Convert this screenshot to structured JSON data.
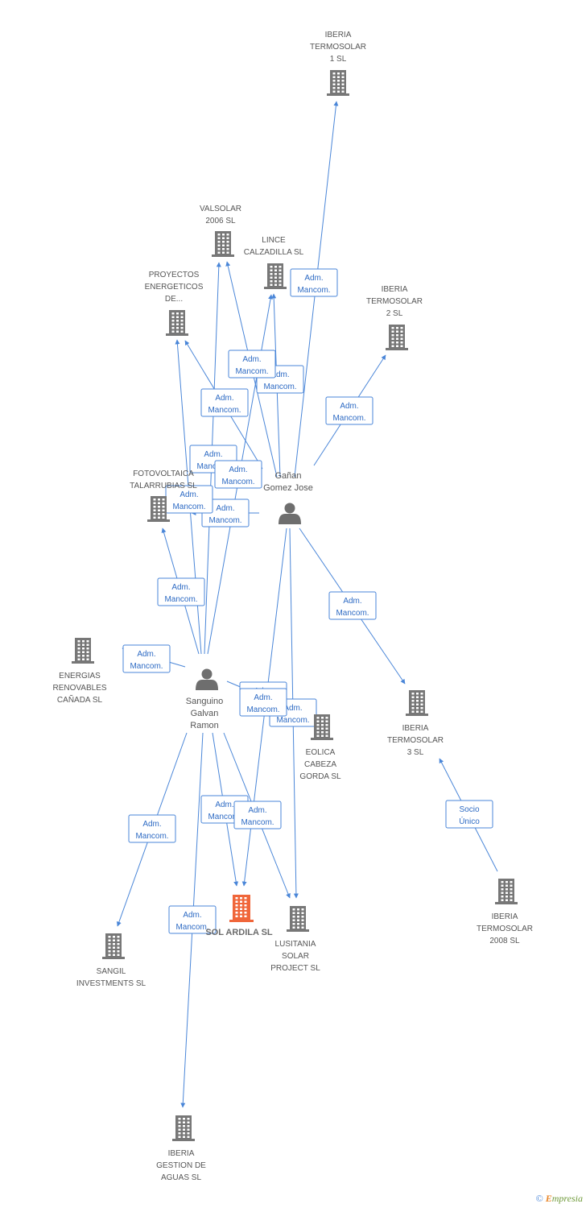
{
  "nodes": {
    "iberia1": {
      "kind": "company",
      "lines": [
        "IBERIA",
        "TERMOSOLAR",
        "1 SL"
      ]
    },
    "valsolar": {
      "kind": "company",
      "lines": [
        "VALSOLAR",
        "2006 SL"
      ]
    },
    "lince": {
      "kind": "company",
      "lines": [
        "LINCE",
        "CALZADILLA SL"
      ]
    },
    "proyectos": {
      "kind": "company",
      "lines": [
        "PROYECTOS",
        "ENERGETICOS",
        "DE..."
      ]
    },
    "iberia2": {
      "kind": "company",
      "lines": [
        "IBERIA",
        "TERMOSOLAR",
        "2 SL"
      ]
    },
    "fotovoltaica": {
      "kind": "company",
      "lines": [
        "FOTOVOLTAICA",
        "TALARRUBIAS SL"
      ]
    },
    "ganan": {
      "kind": "person",
      "lines": [
        "Gañan",
        "Gomez Jose"
      ]
    },
    "energias": {
      "kind": "company",
      "lines": [
        "ENERGIAS",
        "RENOVABLES",
        "CAÑADA SL"
      ]
    },
    "sanguino": {
      "kind": "person",
      "lines": [
        "Sanguino",
        "Galvan",
        "Ramon"
      ]
    },
    "eolica": {
      "kind": "company",
      "lines": [
        "EOLICA",
        "CABEZA",
        "GORDA SL"
      ]
    },
    "iberia3": {
      "kind": "company",
      "lines": [
        "IBERIA",
        "TERMOSOLAR",
        "3 SL"
      ]
    },
    "solardila": {
      "kind": "main",
      "lines": [
        "SOL ARDILA SL"
      ]
    },
    "lusitania": {
      "kind": "company",
      "lines": [
        "LUSITANIA",
        "SOLAR",
        "PROJECT SL"
      ]
    },
    "iberia2008": {
      "kind": "company",
      "lines": [
        "IBERIA",
        "TERMOSOLAR",
        "2008 SL"
      ]
    },
    "sangil": {
      "kind": "company",
      "lines": [
        "SANGIL",
        "INVESTMENTS SL"
      ]
    },
    "iberiagestion": {
      "kind": "company",
      "lines": [
        "IBERIA",
        "GESTION DE",
        "AGUAS SL"
      ]
    }
  },
  "edges": [
    {
      "from": "ganan",
      "to": "iberia1",
      "label": [
        "Adm.",
        "Mancom."
      ]
    },
    {
      "from": "ganan",
      "to": "lince",
      "label": [
        "Adm.",
        "Mancom."
      ]
    },
    {
      "from": "ganan",
      "to": "valsolar",
      "label": [
        "Adm.",
        "Mancom."
      ]
    },
    {
      "from": "ganan",
      "to": "iberia2",
      "label": [
        "Adm.",
        "Mancom."
      ]
    },
    {
      "from": "ganan",
      "to": "proyectos",
      "label": [
        "Adm.",
        "Mancom."
      ]
    },
    {
      "from": "ganan",
      "to": "fotovoltaica",
      "label": [
        "Adm.",
        "Mancom."
      ]
    },
    {
      "from": "ganan",
      "to": "iberia3",
      "label": [
        "Adm.",
        "Mancom."
      ]
    },
    {
      "from": "ganan",
      "to": "solardila",
      "label": [
        "Adm.",
        "Mancom."
      ]
    },
    {
      "from": "ganan",
      "to": "lusitania",
      "label": [
        "Adm.",
        "Mancom."
      ]
    },
    {
      "from": "sanguino",
      "to": "valsolar",
      "label": [
        "Adm.",
        "Mancom."
      ]
    },
    {
      "from": "sanguino",
      "to": "lince",
      "label": [
        "Adm.",
        "Mancom."
      ]
    },
    {
      "from": "sanguino",
      "to": "proyectos",
      "label": [
        "Adm.",
        "Mancom."
      ]
    },
    {
      "from": "sanguino",
      "to": "fotovoltaica",
      "label": [
        "Adm.",
        "Mancom."
      ]
    },
    {
      "from": "sanguino",
      "to": "energias",
      "label": [
        "Adm.",
        "Mancom."
      ]
    },
    {
      "from": "sanguino",
      "to": "eolica",
      "label": [
        "Adm.",
        "Mancom."
      ]
    },
    {
      "from": "sanguino",
      "to": "solardila",
      "label": [
        "Adm.",
        "Mancom."
      ]
    },
    {
      "from": "sanguino",
      "to": "lusitania",
      "label": [
        "Adm.",
        "Mancom."
      ]
    },
    {
      "from": "sanguino",
      "to": "sangil",
      "label": [
        "Adm.",
        "Mancom."
      ]
    },
    {
      "from": "sanguino",
      "to": "iberiagestion",
      "label": [
        "Adm.",
        "Mancom."
      ]
    },
    {
      "from": "iberia2008",
      "to": "iberia3",
      "label": [
        "Socio",
        "Único"
      ]
    }
  ],
  "colors": {
    "edge": "#4a86d8",
    "company_icon": "#777777",
    "main_icon": "#f0663a",
    "person_icon": "#6e6e6e"
  },
  "brand": {
    "copyright": "©",
    "text": "mpresia",
    "initial": "E"
  }
}
